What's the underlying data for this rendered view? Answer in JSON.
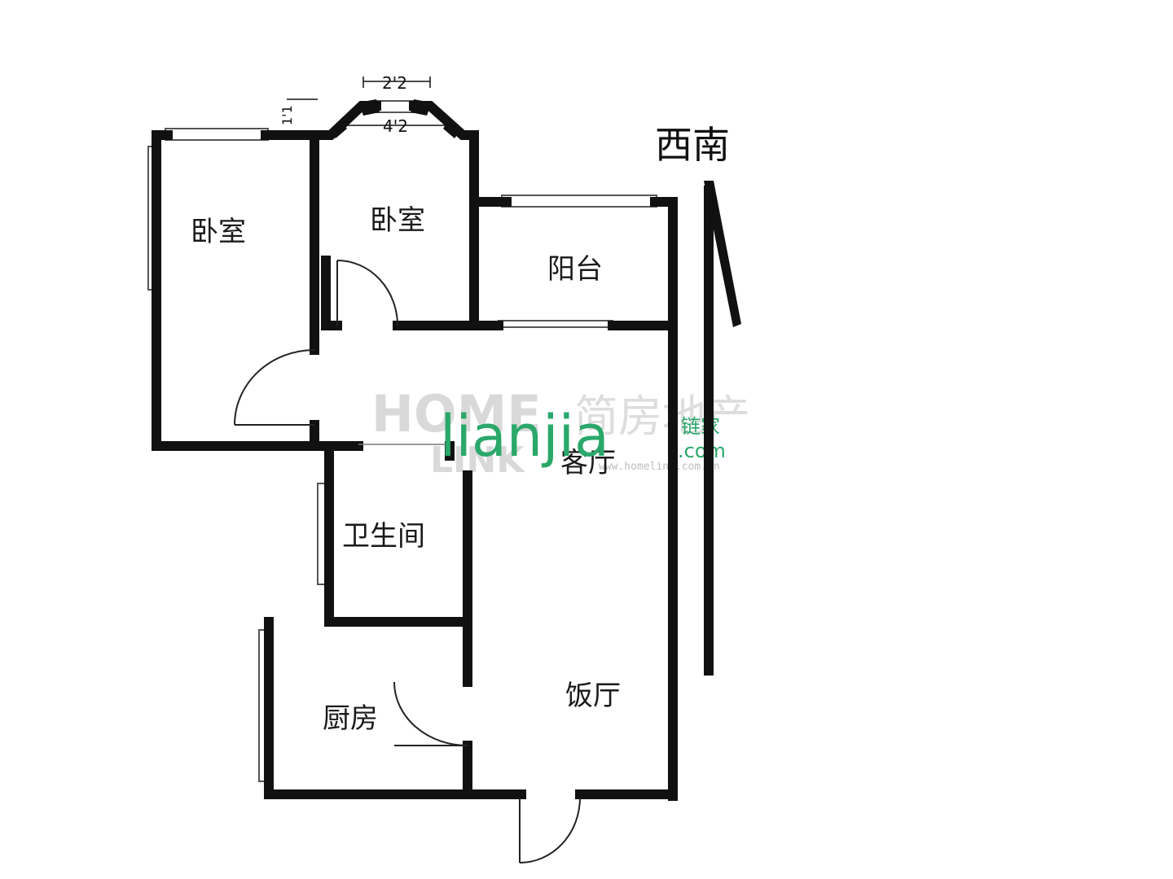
{
  "rooms": {
    "bedroom_left": "卧室",
    "bedroom_right": "卧室",
    "balcony": "阳台",
    "living_room": "客厅",
    "bathroom": "卫生间",
    "kitchen": "厨房",
    "dining_room": "饭厅"
  },
  "dimensions": {
    "bay_window_outer": "2'2",
    "bay_window_inner": "4'2",
    "bay_window_side": "1'1"
  },
  "compass": {
    "direction": "西南"
  },
  "watermarks": {
    "home": "HOME",
    "home_link": "LINK",
    "agency": "简房地产",
    "url": "www.homelink.com.cn",
    "brand": "lianjia",
    "brand_cn": "链家",
    "brand_com": ".com"
  }
}
